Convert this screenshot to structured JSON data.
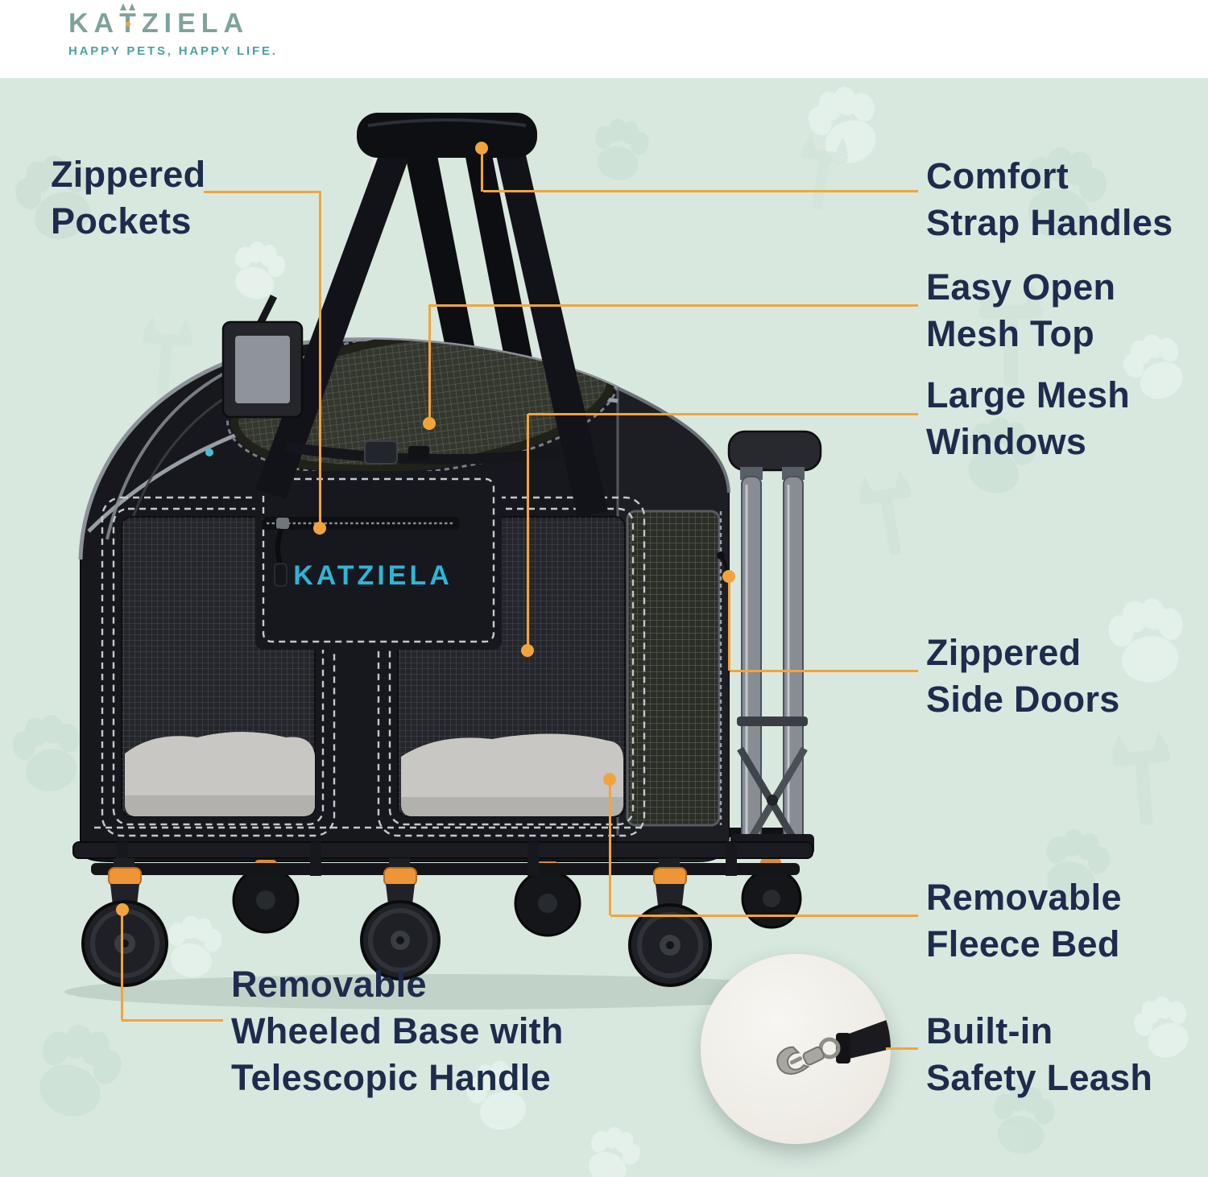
{
  "header": {
    "logo": {
      "part1": "KA",
      "part2": "T",
      "part3": "ZIELA"
    },
    "tagline": "HAPPY PETS, HAPPY LIFE."
  },
  "product": {
    "front_logo": "KATZIELA"
  },
  "callouts": {
    "zippered_pockets": {
      "lines": [
        "Zippered",
        "Pockets"
      ]
    },
    "comfort_strap_handles": {
      "lines": [
        "Comfort",
        "Strap Handles"
      ]
    },
    "easy_open_mesh_top": {
      "lines": [
        "Easy Open",
        "Mesh Top"
      ]
    },
    "large_mesh_windows": {
      "lines": [
        "Large Mesh",
        "Windows"
      ]
    },
    "zippered_side_doors": {
      "lines": [
        "Zippered",
        "Side Doors"
      ]
    },
    "removable_fleece_bed": {
      "lines": [
        "Removable",
        "Fleece Bed"
      ]
    },
    "removable_wheeled_base": {
      "lines": [
        "Removable",
        "Wheeled Base with",
        "Telescopic Handle"
      ]
    },
    "built_in_safety_leash": {
      "lines": [
        "Built-in",
        "Safety Leash"
      ]
    }
  },
  "colors": {
    "background_mint": "#D8E8DF",
    "header_background": "#FFFFFF",
    "accent_line": "#F2A43C",
    "label_text": "#1F2B4D",
    "logo_teal": "#7FA29B",
    "tagline_teal": "#4D9FA6",
    "carrier_logo_teal": "#2FB4D8",
    "carrier_black": "#17181D",
    "wheel_accent_orange": "#EE9537"
  }
}
